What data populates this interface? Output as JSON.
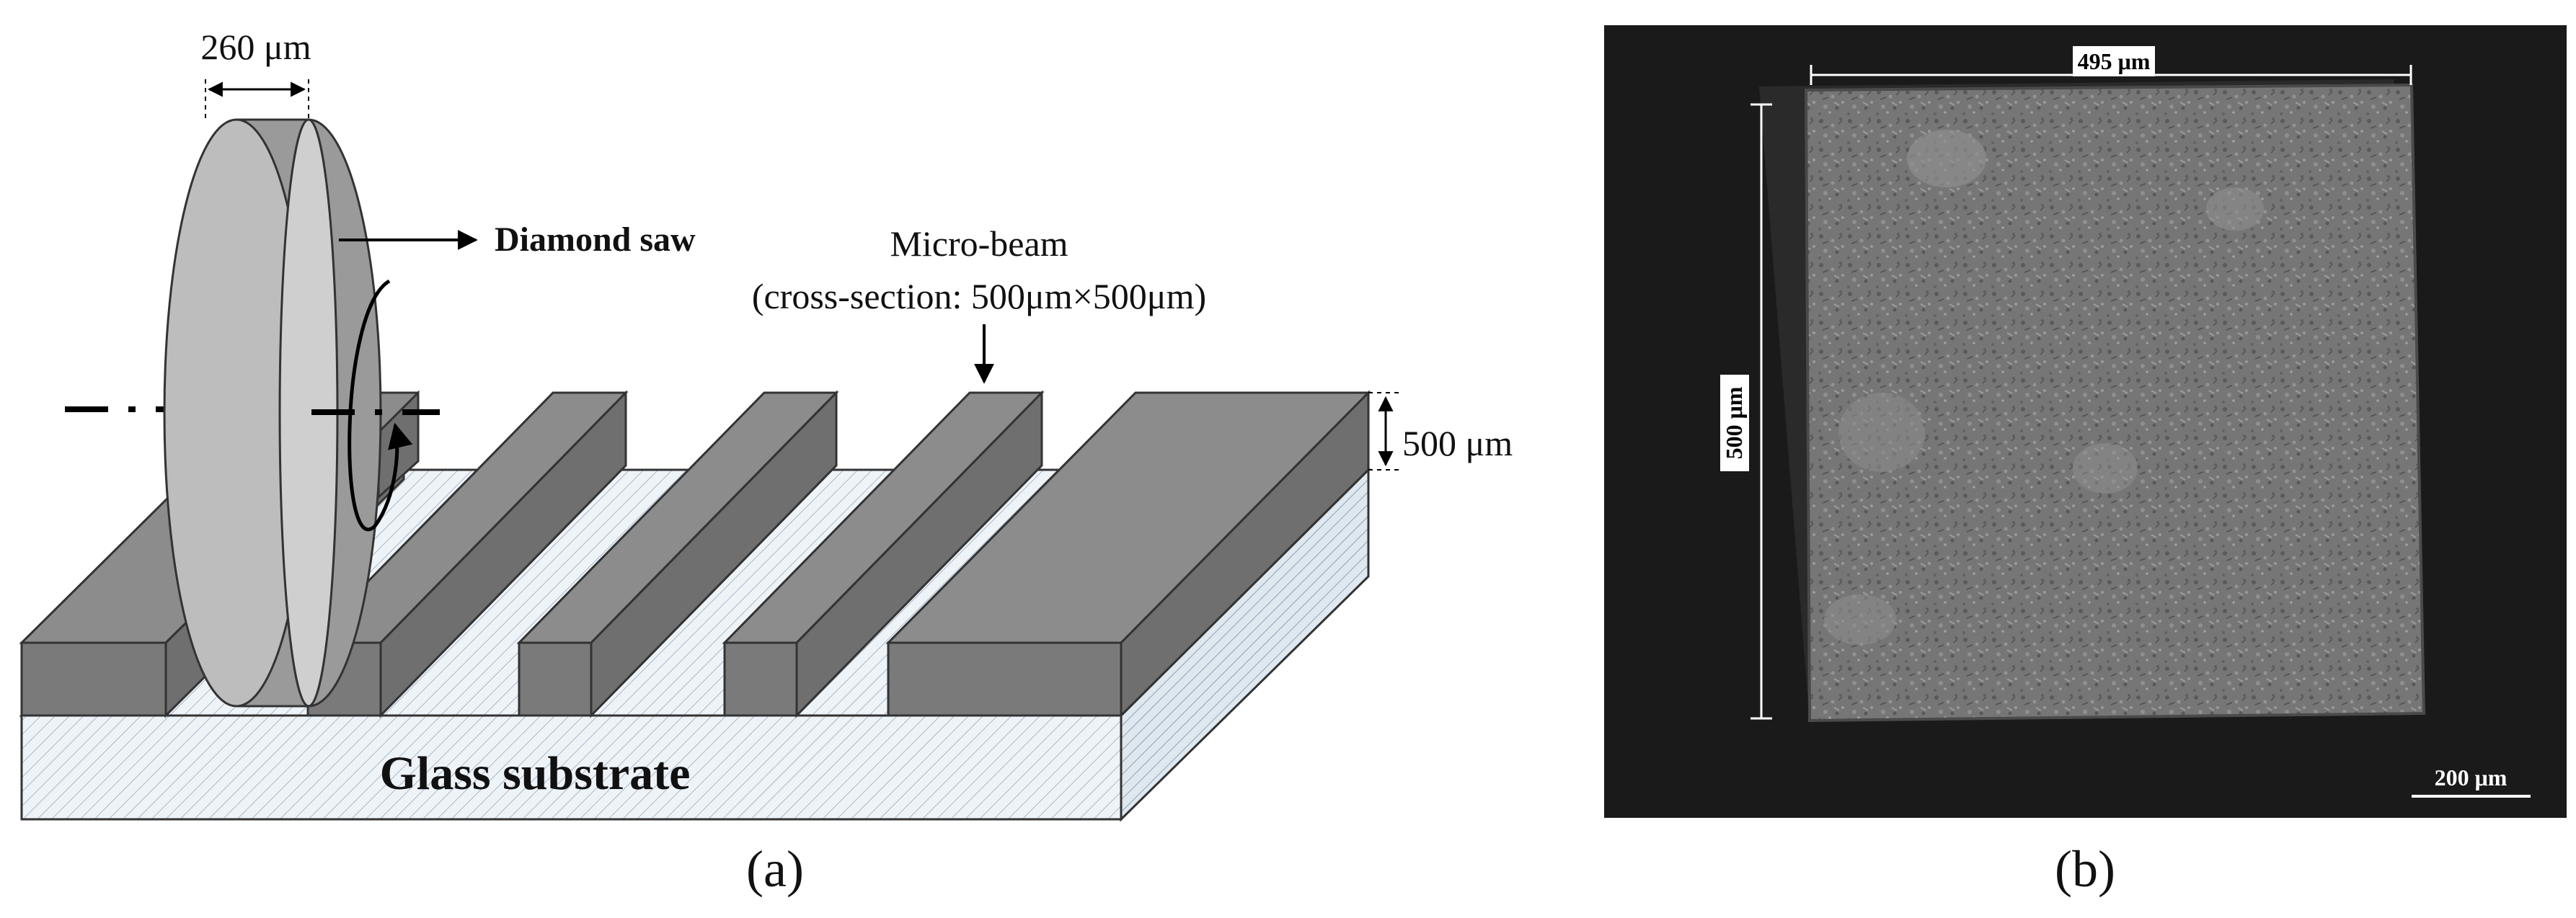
{
  "panel_a": {
    "saw_width_label": "260 μm",
    "saw_label": "Diamond saw",
    "beam_label_line1": "Micro-beam",
    "beam_label_line2": "(cross-section:  500μm×500μm)",
    "height_label": "500 μm",
    "substrate_label": "Glass substrate",
    "caption": "(a)"
  },
  "panel_b": {
    "width_label": "495 μm",
    "height_label": "500 μm",
    "scale_label": "200 μm",
    "caption": "(b)"
  },
  "colors": {
    "beam_top": "#8c8c8c",
    "beam_side": "#6f6f6f",
    "beam_front": "#7a7a7a",
    "substrate_top": "#eef3f8",
    "substrate_side": "#dde6ee",
    "saw_face": "#c4c4c4",
    "saw_rim": "#9a9a9a",
    "sem_background": "#1a1a1a",
    "sem_sample": "#767676"
  }
}
